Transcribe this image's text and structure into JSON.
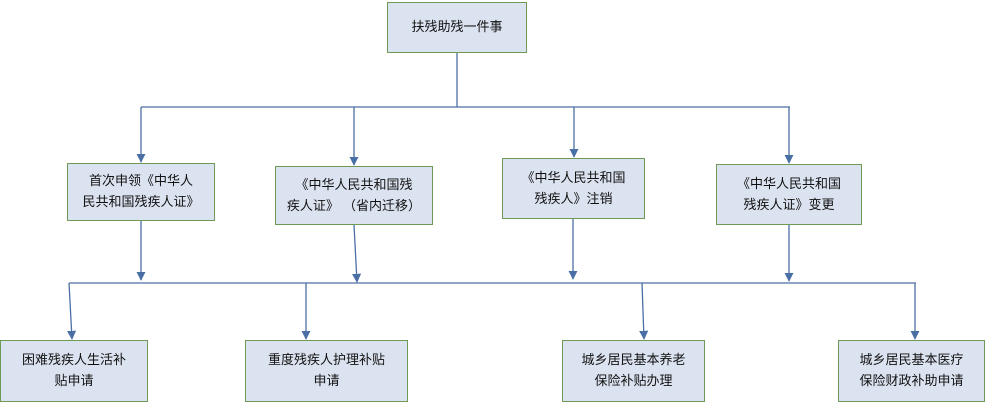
{
  "diagram": {
    "root": {
      "label": "扶残助残一件事"
    },
    "middle": [
      {
        "label": "首次申领《中华人\n民共和国残疾人证》"
      },
      {
        "label": "《中华人民共和国残\n疾人证》  （省内迁移）"
      },
      {
        "label": "《中华人民共和国\n残疾人》注销"
      },
      {
        "label": "《中华人民共和国\n残疾人证》变更"
      }
    ],
    "bottom": [
      {
        "label": "困难残疾人生活补\n贴申请"
      },
      {
        "label": "重度残疾人护理补贴\n申请"
      },
      {
        "label": "城乡居民基本养老\n保险补贴办理"
      },
      {
        "label": "城乡居民基本医疗\n保险财政补助申请"
      }
    ],
    "colors": {
      "node_fill": "#dce3f0",
      "node_border": "#6f9a55",
      "connector": "#4a6fa5"
    }
  }
}
